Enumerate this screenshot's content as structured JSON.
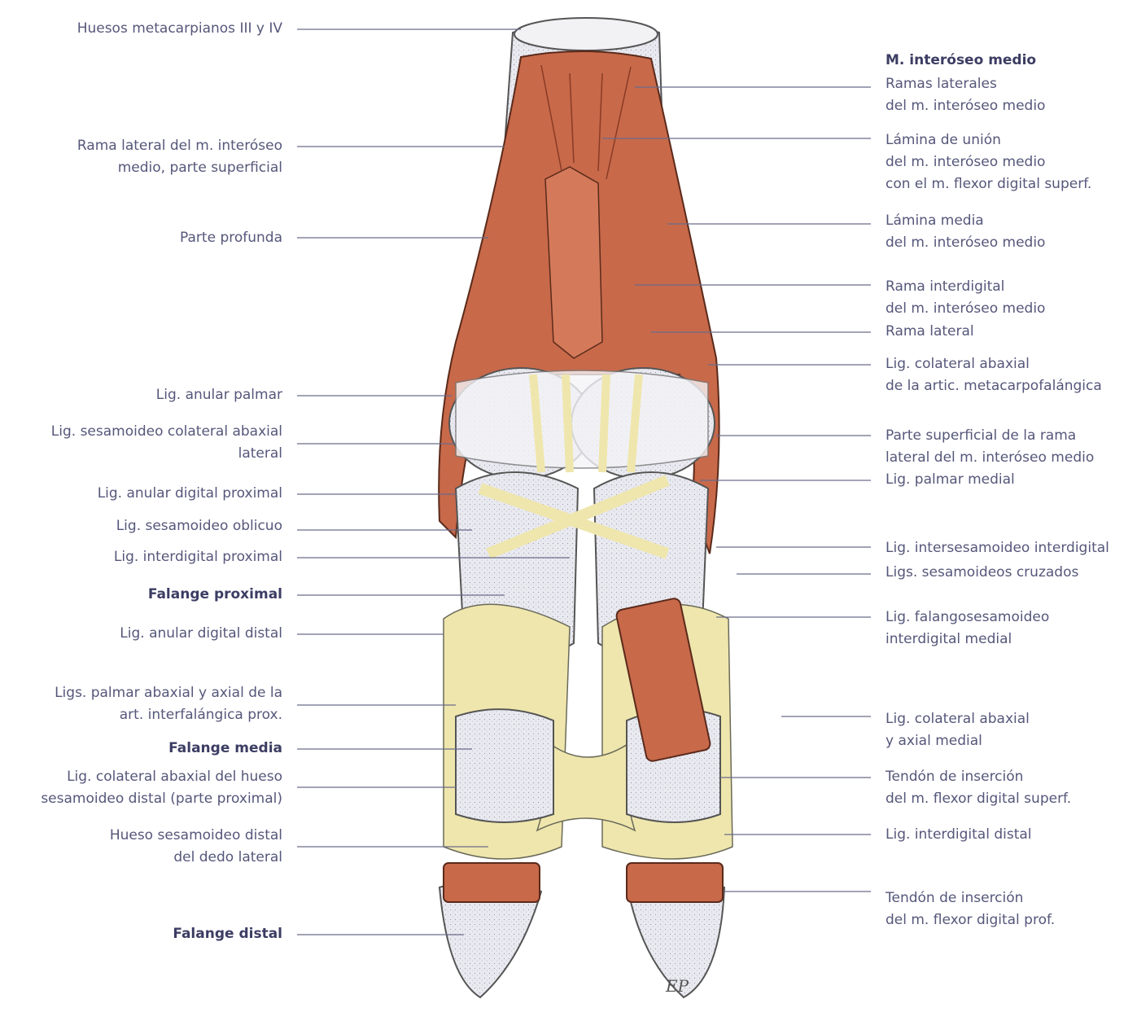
{
  "colors": {
    "muscle": "#c8694a",
    "muscle_dark": "#9c4a33",
    "ligament": "#efe6ad",
    "bone": "#e8e8ee",
    "leader": "#6a6c8a",
    "text": "#55577a"
  },
  "labels_left": [
    {
      "lines": [
        "Huesos metacarpianos III y IV"
      ],
      "bold": false
    },
    {
      "lines": [
        "Rama lateral del m. interóseo",
        "medio, parte superficial"
      ],
      "bold": false
    },
    {
      "lines": [
        "Parte profunda"
      ],
      "bold": false
    },
    {
      "lines": [
        "Lig. anular palmar"
      ],
      "bold": false
    },
    {
      "lines": [
        "Lig. sesamoideo colateral abaxial",
        "lateral"
      ],
      "bold": false
    },
    {
      "lines": [
        "Lig. anular digital proximal"
      ],
      "bold": false
    },
    {
      "lines": [
        "Lig. sesamoideo oblicuo"
      ],
      "bold": false
    },
    {
      "lines": [
        "Lig. interdigital proximal"
      ],
      "bold": false
    },
    {
      "lines": [
        "Falange proximal"
      ],
      "bold": true
    },
    {
      "lines": [
        "Lig. anular digital distal"
      ],
      "bold": false
    },
    {
      "lines": [
        "Ligs. palmar abaxial y axial de la",
        "art. interfalángica prox."
      ],
      "bold": false
    },
    {
      "lines": [
        "Falange media"
      ],
      "bold": true
    },
    {
      "lines": [
        "Lig. colateral abaxial del hueso",
        "sesamoideo distal (parte proximal)"
      ],
      "bold": false
    },
    {
      "lines": [
        "Hueso sesamoideo distal",
        "del dedo lateral"
      ],
      "bold": false
    },
    {
      "lines": [
        "Falange distal"
      ],
      "bold": true
    }
  ],
  "labels_right": [
    {
      "lines": [
        "M. interóseo medio"
      ],
      "bold": true
    },
    {
      "lines": [
        "Ramas laterales",
        "del m. interóseo medio"
      ],
      "bold": false
    },
    {
      "lines": [
        "Lámina de unión",
        "del m. interóseo medio",
        "con el m. flexor digital superf."
      ],
      "bold": false
    },
    {
      "lines": [
        "Lámina media",
        "del m. interóseo medio"
      ],
      "bold": false
    },
    {
      "lines": [
        "Rama interdigital",
        "del m. interóseo medio"
      ],
      "bold": false
    },
    {
      "lines": [
        "Rama lateral"
      ],
      "bold": false
    },
    {
      "lines": [
        "Lig. colateral abaxial",
        "de la artic. metacarpofalángica"
      ],
      "bold": false
    },
    {
      "lines": [
        "Parte superficial de la rama",
        "lateral del m. interóseo medio"
      ],
      "bold": false
    },
    {
      "lines": [
        "Lig. palmar medial"
      ],
      "bold": false
    },
    {
      "lines": [
        "Lig. intersesamoideo interdigital"
      ],
      "bold": false
    },
    {
      "lines": [
        "Ligs. sesamoideos cruzados"
      ],
      "bold": false
    },
    {
      "lines": [
        "Lig. falangosesamoideo",
        "interdigital medial"
      ],
      "bold": false
    },
    {
      "lines": [
        "Lig. colateral abaxial",
        "y axial medial"
      ],
      "bold": false
    },
    {
      "lines": [
        "Tendón de inserción",
        "del m. flexor digital superf."
      ],
      "bold": false
    },
    {
      "lines": [
        "Lig. interdigital distal"
      ],
      "bold": false
    },
    {
      "lines": [
        "Tendón de inserción",
        "del m. flexor digital prof."
      ],
      "bold": false
    }
  ],
  "signature": "EP"
}
